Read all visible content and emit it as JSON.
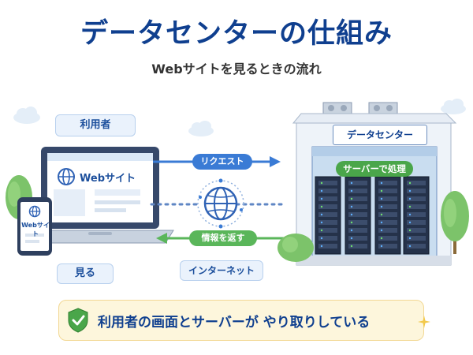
{
  "title": "データセンターの仕組み",
  "subtitle": "Webサイトを見るときの流れ",
  "user_label": "利用者",
  "view_label": "見る",
  "laptop_screen_text": "Webサイト",
  "phone_screen_text": "Webサイト",
  "request_label": "リクエスト",
  "response_label": "情報を返す",
  "internet_label": "インターネット",
  "datacenter_label": "データセンター",
  "server_process_label": "サーバーで処理",
  "summary": "利用者の画面とサーバーが やり取りしている",
  "colors": {
    "title": "#0f3f8f",
    "request_arrow": "#3a7bd5",
    "response_arrow": "#5ab65a",
    "summary_bg": "#fdf6dc"
  },
  "icons": [
    "globe-icon",
    "shield-check-icon",
    "laptop-icon",
    "smartphone-icon",
    "server-rack-icon",
    "cloud-icon",
    "tree-icon",
    "sparkle-icon"
  ]
}
